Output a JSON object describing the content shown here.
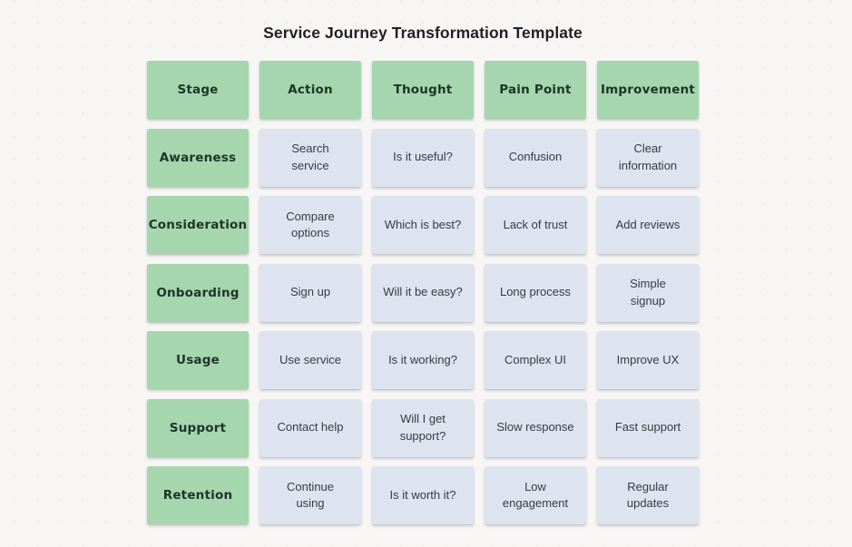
{
  "canvas": {
    "background": "#f7f6f4",
    "dot_grid": true
  },
  "title": "Service Journey Transformation Template",
  "colors": {
    "header_fill": "#a5d6ae",
    "stage_fill": "#a5d6ae",
    "cell_fill": "#dde4ef",
    "header_text": "#203429",
    "cell_text": "#363b42",
    "title_text": "#1f2125"
  },
  "grid": {
    "headers": [
      "Stage",
      "Action",
      "Thought",
      "Pain Point",
      "Improvement"
    ],
    "rows": [
      {
        "stage": "Awareness",
        "cells": [
          "Search\nservice",
          "Is it useful?",
          "Confusion",
          "Clear\ninformation"
        ]
      },
      {
        "stage": "Consideration",
        "cells": [
          "Compare\noptions",
          "Which is best?",
          "Lack of trust",
          "Add reviews"
        ]
      },
      {
        "stage": "Onboarding",
        "cells": [
          "Sign up",
          "Will it be easy?",
          "Long process",
          "Simple\nsignup"
        ]
      },
      {
        "stage": "Usage",
        "cells": [
          "Use service",
          "Is it working?",
          "Complex UI",
          "Improve UX"
        ]
      },
      {
        "stage": "Support",
        "cells": [
          "Contact help",
          "Will I get\nsupport?",
          "Slow response",
          "Fast support"
        ]
      },
      {
        "stage": "Retention",
        "cells": [
          "Continue\nusing",
          "Is it worth it?",
          "Low\nengagement",
          "Regular\nupdates"
        ]
      }
    ]
  }
}
